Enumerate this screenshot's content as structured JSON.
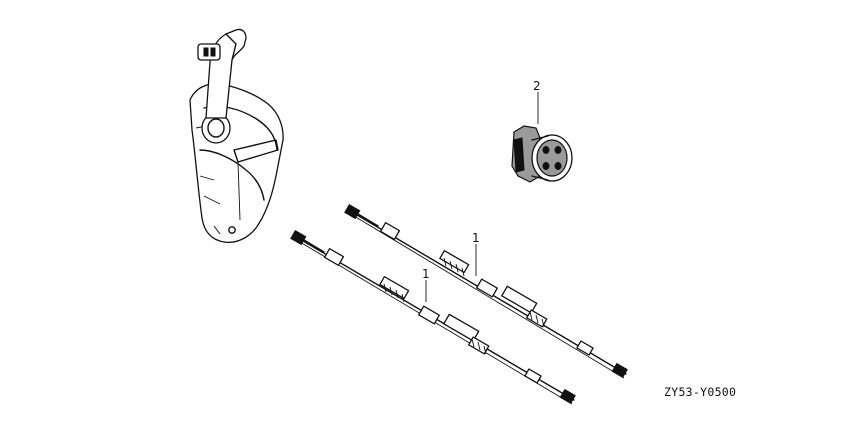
{
  "diagram": {
    "callouts": [
      {
        "id": "upper-cable",
        "number": "1"
      },
      {
        "id": "lower-cable",
        "number": "1"
      },
      {
        "id": "connector",
        "number": "2"
      }
    ],
    "figure_code": "ZY53-Y0500"
  }
}
